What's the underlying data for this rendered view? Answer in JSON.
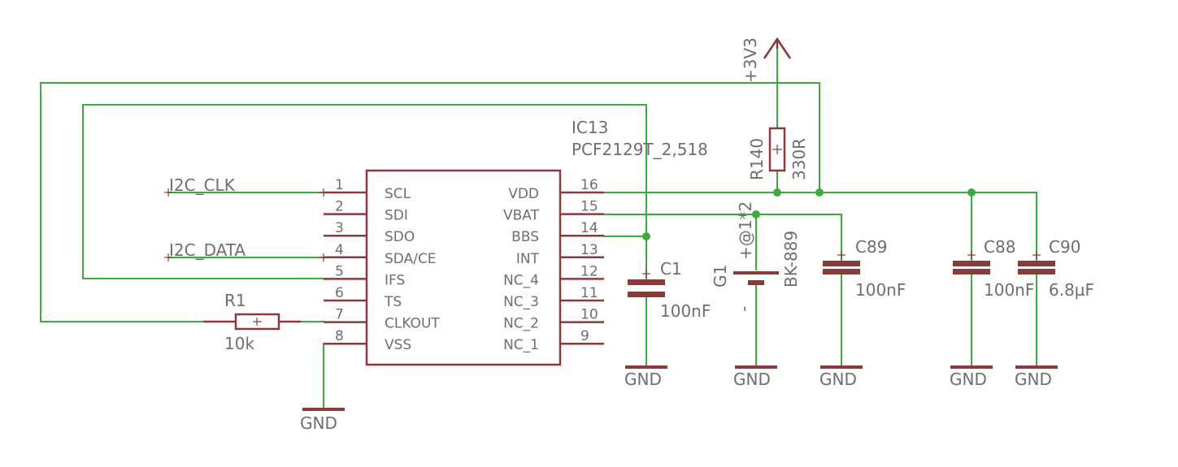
{
  "ic": {
    "name": "IC13",
    "value": "PCF2129T_2,518",
    "left_pins": [
      {
        "num": "1",
        "name": "SCL"
      },
      {
        "num": "2",
        "name": "SDI"
      },
      {
        "num": "3",
        "name": "SDO"
      },
      {
        "num": "4",
        "name": "SDA/CE"
      },
      {
        "num": "5",
        "name": "IFS"
      },
      {
        "num": "6",
        "name": "TS"
      },
      {
        "num": "7",
        "name": "CLKOUT"
      },
      {
        "num": "8",
        "name": "VSS"
      }
    ],
    "right_pins": [
      {
        "num": "16",
        "name": "VDD"
      },
      {
        "num": "15",
        "name": "VBAT"
      },
      {
        "num": "14",
        "name": "BBS"
      },
      {
        "num": "13",
        "name": "INT"
      },
      {
        "num": "12",
        "name": "NC_4"
      },
      {
        "num": "11",
        "name": "NC_3"
      },
      {
        "num": "10",
        "name": "NC_2"
      },
      {
        "num": "9",
        "name": "NC_1"
      }
    ]
  },
  "nets": {
    "i2c_clk": "I2C_CLK",
    "i2c_data": "I2C_DATA",
    "supply": "+3V3",
    "gnd": "GND"
  },
  "components": {
    "r1": {
      "name": "R1",
      "value": "10k"
    },
    "r140": {
      "name": "R140",
      "value": "330R"
    },
    "c1": {
      "name": "C1",
      "value": "100nF"
    },
    "c89": {
      "name": "C89",
      "value": "100nF"
    },
    "c88": {
      "name": "C88",
      "value": "100nF"
    },
    "c90": {
      "name": "C90",
      "value": "6.8µF"
    },
    "g1": {
      "name": "G1",
      "value": "BK-889",
      "attr": "+@1*2",
      "minus": "-"
    }
  },
  "colors": {
    "wire": "#3cab3c",
    "component": "#8b3a3a",
    "text": "#6e6e6e"
  }
}
